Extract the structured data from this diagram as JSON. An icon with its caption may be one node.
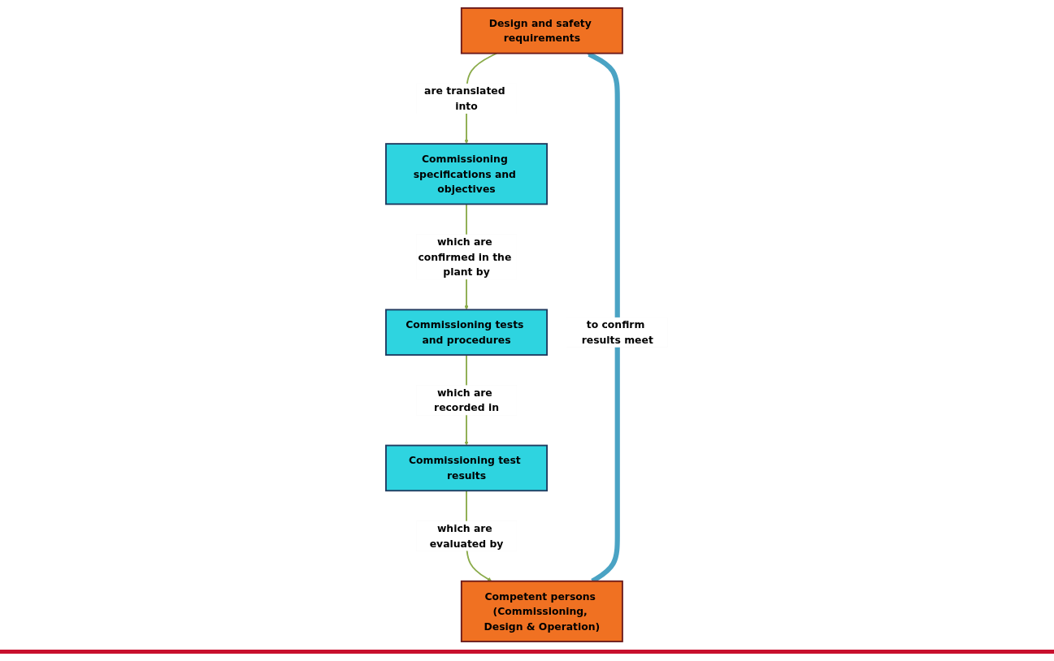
{
  "diagram": {
    "nodes": [
      {
        "text": [
          "Design and safety requirements"
        ]
      },
      {
        "text": [
          "Commissioning specifications and objectives"
        ]
      },
      {
        "text": [
          "Commissioning tests and procedures"
        ]
      },
      {
        "text": [
          "Commissioning test results"
        ]
      },
      {
        "text": [
          "Competent persons (Commissioning, Design & Operation)"
        ]
      }
    ],
    "edges": [
      {
        "from": 0,
        "to": 1,
        "arrow": "to",
        "label": "are translated into"
      },
      {
        "from": 1,
        "to": 2,
        "arrow": "to",
        "label": "which are confirmed in the plant by"
      },
      {
        "from": 2,
        "to": 3,
        "arrow": "to",
        "label": "which are recorded in"
      },
      {
        "from": 3,
        "to": 4,
        "arrow": "to",
        "label": "which are evaluated by"
      },
      {
        "from": 4,
        "to": 0,
        "arrow": "to",
        "label": "to confirm results meet",
        "style": "thick",
        "color": "#4aa3c4"
      }
    ]
  }
}
